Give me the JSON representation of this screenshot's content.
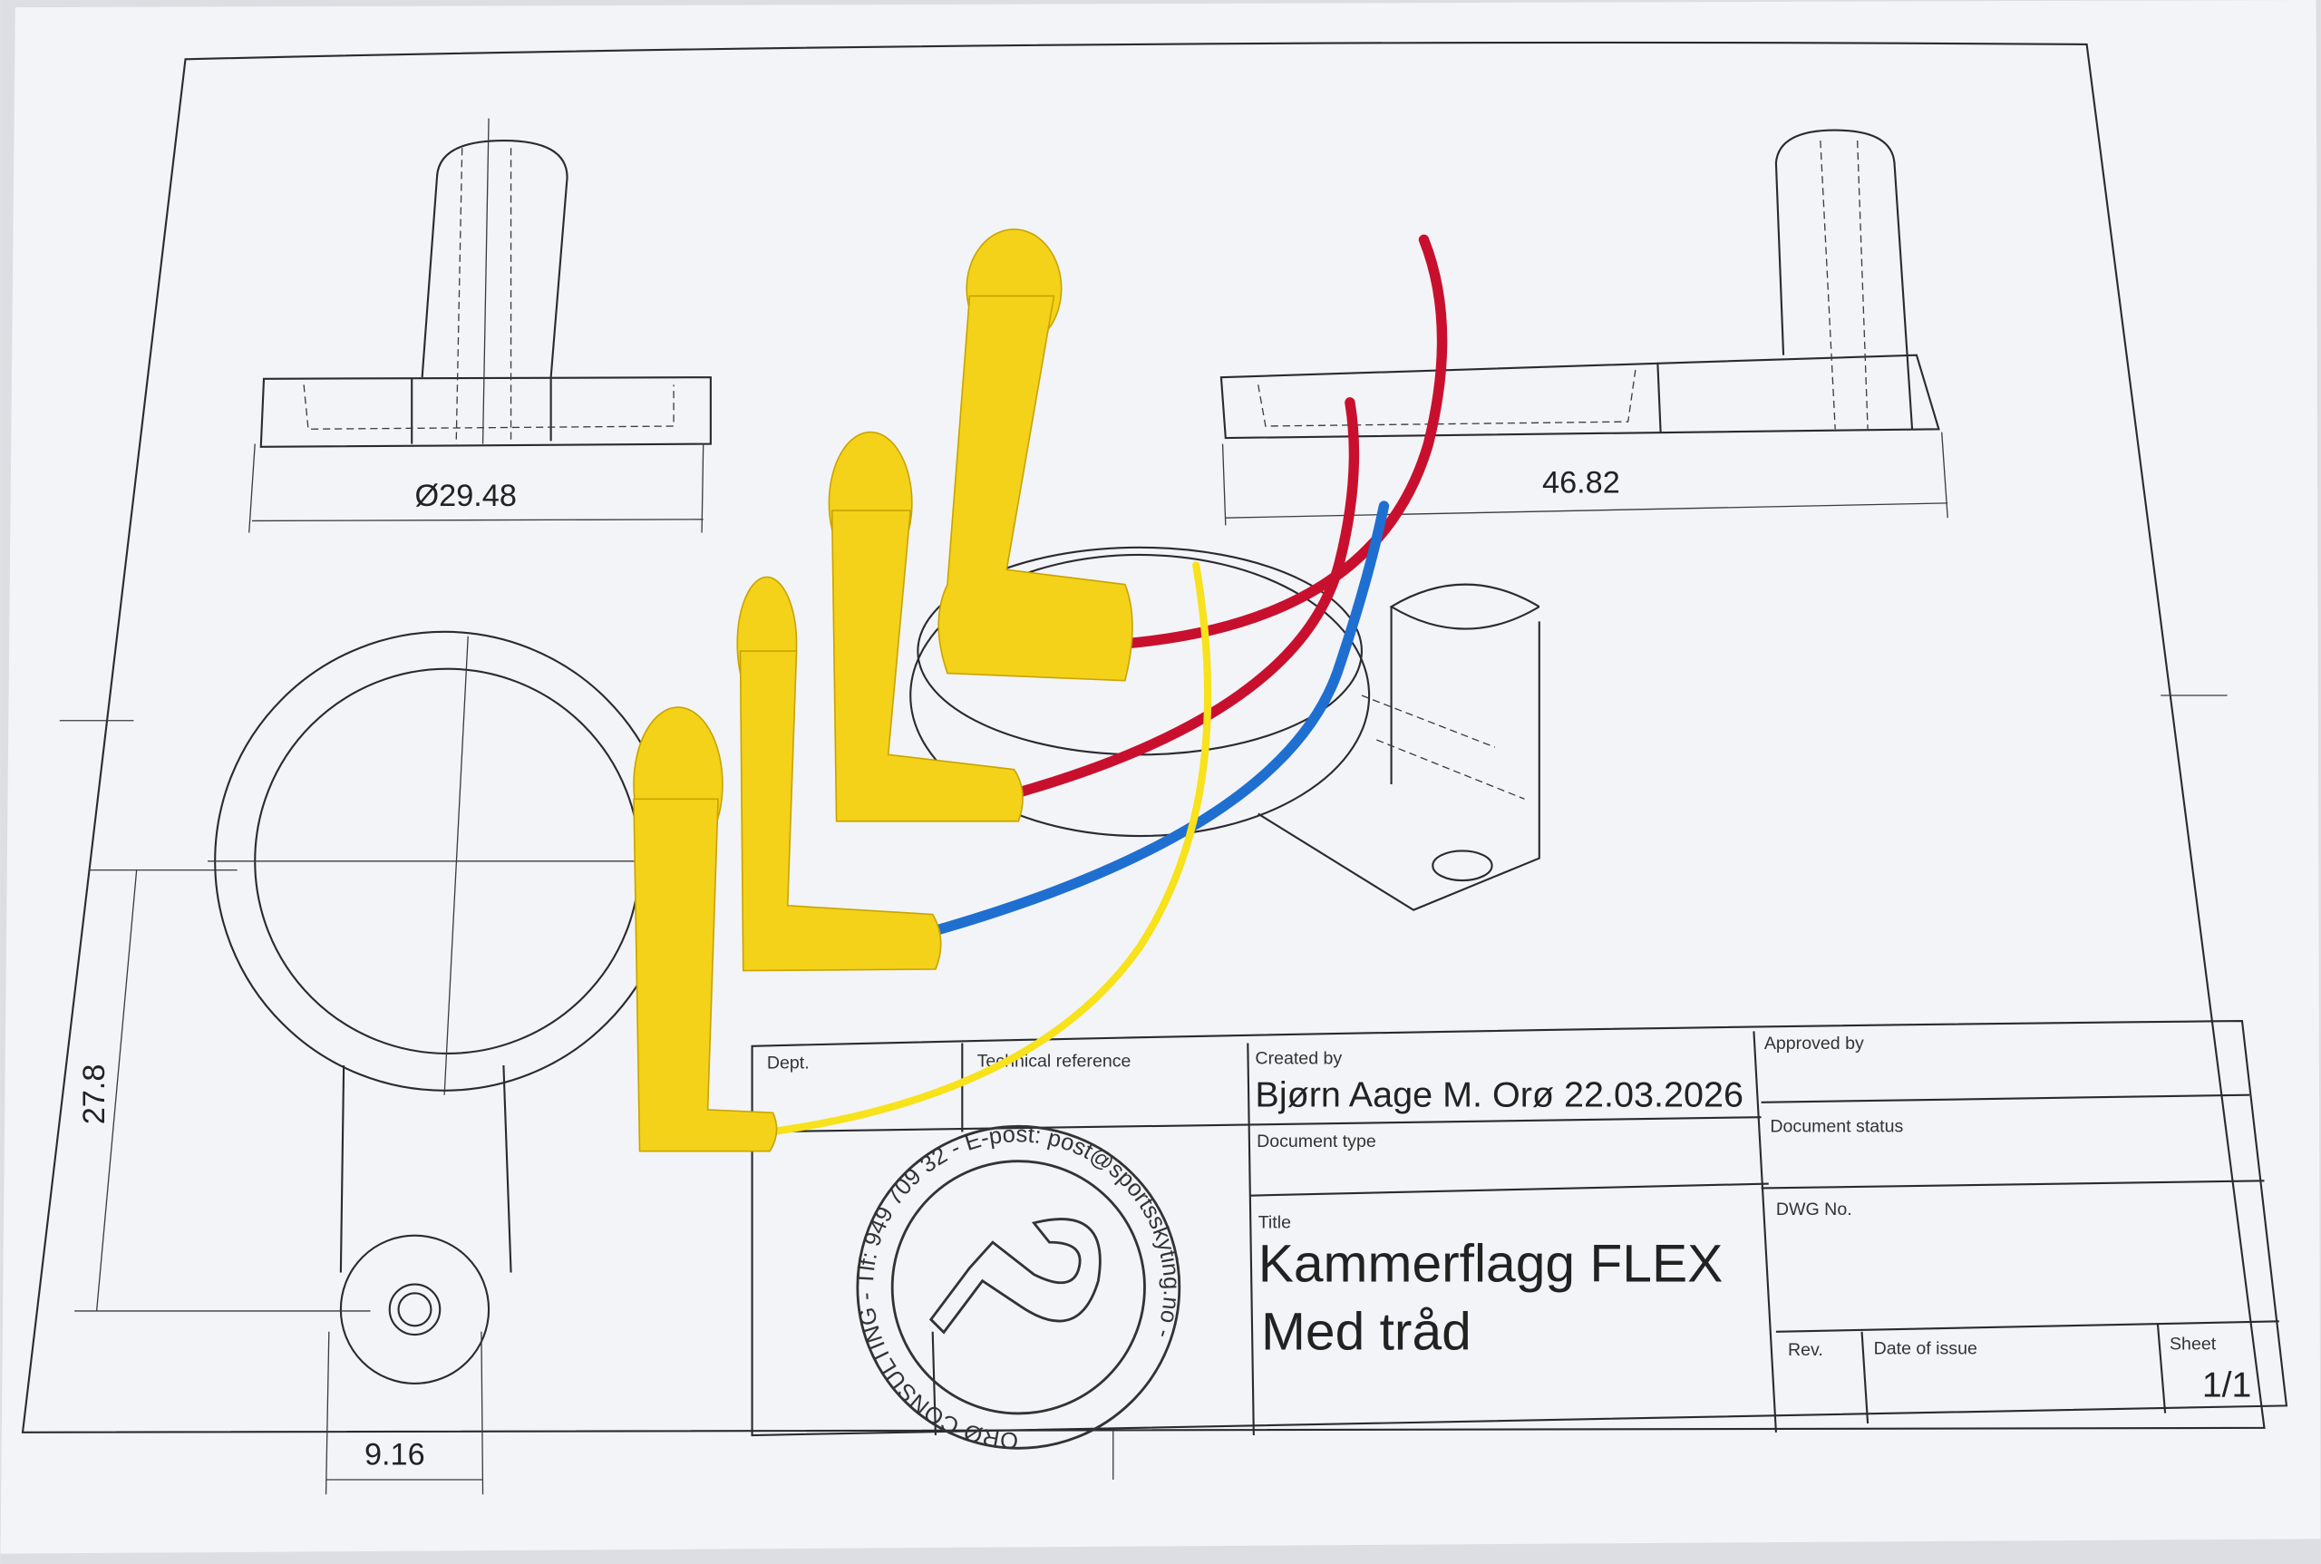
{
  "drawing": {
    "dimensions": {
      "diameter": "Ø29.48",
      "width": "46.82",
      "height": "27.8",
      "hole": "9.16"
    },
    "title_block": {
      "dept_label": "Dept.",
      "technical_reference_label": "Technical reference",
      "created_by_label": "Created by",
      "created_by_value": "Bjørn Aage M. Orø  22.03.2026",
      "approved_by_label": "Approved by",
      "document_type_label": "Document type",
      "document_status_label": "Document status",
      "title_label": "Title",
      "title_line1": "Kammerflagg FLEX",
      "title_line2": "Med tråd",
      "dwg_no_label": "DWG No.",
      "rev_label": "Rev.",
      "date_of_issue_label": "Date of issue",
      "sheet_label": "Sheet",
      "sheet_value": "1/1"
    },
    "stamp": {
      "text": "ORØ CONSULTING - Tlf: 949 709 32 - E-post: post@sportsskyting.no -"
    }
  },
  "colors": {
    "paper": "#f3f4f7",
    "part_yellow": "#f4d21a",
    "wire_red": "#c8102e",
    "wire_blue": "#1f6fd1",
    "wire_yellow": "#f7e21c"
  }
}
